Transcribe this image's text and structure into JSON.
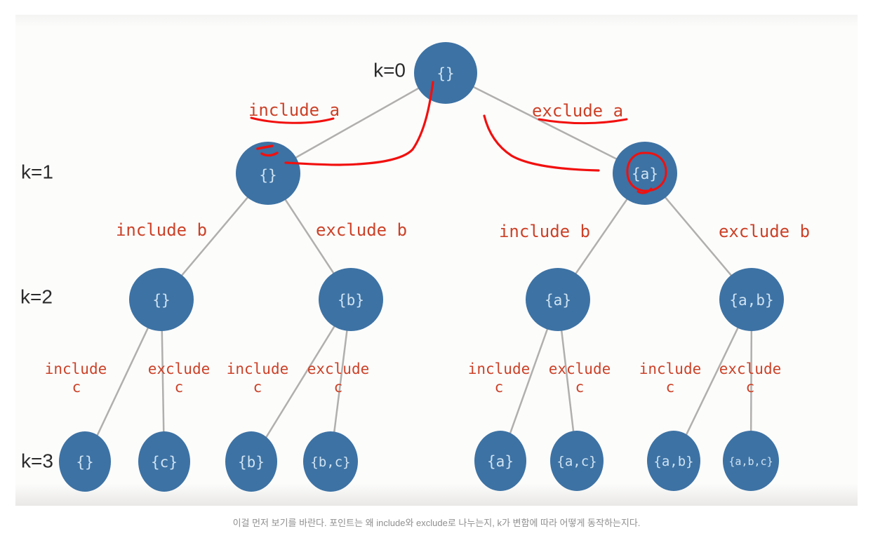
{
  "page": {
    "caption": "이걸 먼저 보기를 바란다. 포인트는 왜 include와 exclude로 나누는지, k가 변함에 따라 어떻게 동작하는지다."
  },
  "diagram": {
    "description": "Subset (power set) recursion tree over elements a, b, c using include/exclude branching",
    "levels": [
      "k=0",
      "k=1",
      "k=2",
      "k=3"
    ],
    "nodes": [
      {
        "id": "k0-root",
        "level": 0,
        "label": "{}"
      },
      {
        "id": "k1-left",
        "level": 1,
        "label": "{}"
      },
      {
        "id": "k1-right",
        "level": 1,
        "label": "{a}"
      },
      {
        "id": "k2-1",
        "level": 2,
        "label": "{}"
      },
      {
        "id": "k2-2",
        "level": 2,
        "label": "{b}"
      },
      {
        "id": "k2-3",
        "level": 2,
        "label": "{a}"
      },
      {
        "id": "k2-4",
        "level": 2,
        "label": "{a,b}"
      },
      {
        "id": "k3-1",
        "level": 3,
        "label": "{}"
      },
      {
        "id": "k3-2",
        "level": 3,
        "label": "{c}"
      },
      {
        "id": "k3-3",
        "level": 3,
        "label": "{b}"
      },
      {
        "id": "k3-4",
        "level": 3,
        "label": "{b,c}"
      },
      {
        "id": "k3-5",
        "level": 3,
        "label": "{a}"
      },
      {
        "id": "k3-6",
        "level": 3,
        "label": "{a,c}"
      },
      {
        "id": "k3-7",
        "level": 3,
        "label": "{a,b}"
      },
      {
        "id": "k3-8",
        "level": 3,
        "label": "{a,b,c}"
      }
    ],
    "branches": [
      {
        "label": "include a"
      },
      {
        "label": "exclude a"
      },
      {
        "label": "include b"
      },
      {
        "label": "exclude b"
      },
      {
        "label": "include b"
      },
      {
        "label": "exclude b"
      },
      {
        "word": "include",
        "item": "c"
      },
      {
        "word": "exclude",
        "item": "c"
      },
      {
        "word": "include",
        "item": "c"
      },
      {
        "word": "exclude",
        "item": "c"
      },
      {
        "word": "include",
        "item": "c"
      },
      {
        "word": "exclude",
        "item": "c"
      },
      {
        "word": "include",
        "item": "c"
      },
      {
        "word": "exclude",
        "item": "c"
      }
    ],
    "annotations": [
      "red underline under 'include a'",
      "red underline under 'exclude a'",
      "red pen stroke from root toward k=1 left node",
      "red pen stroke from root toward k=1 right node",
      "red circle drawn around {a} in k=1 right node",
      "small red double tick on top of k=1 left node"
    ],
    "colors": {
      "node_fill": "#3d72a4",
      "node_text": "#cfe3f2",
      "tree_edge": "#b0afae",
      "branch_label": "#cc4127",
      "level_label": "#2b2b2b",
      "annotation_red": "#f1100e",
      "caption_text": "#8f8f8f"
    }
  }
}
